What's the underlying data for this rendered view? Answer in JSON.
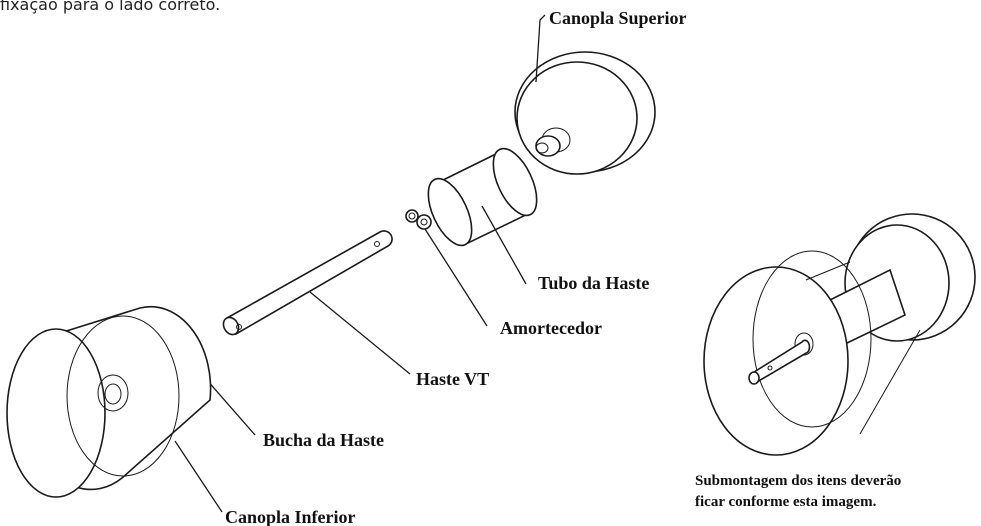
{
  "top_text": "fixação para o lado correto.",
  "labels": {
    "canopla_superior": "Canopla Superior",
    "tubo_da_haste": "Tubo da Haste",
    "amortecedor": "Amortecedor",
    "haste_vt": "Haste VT",
    "bucha_da_haste": "Bucha da Haste",
    "canopla_inferior": "Canopla Inferior"
  },
  "caption": {
    "line1": "Submontagem dos itens deverão",
    "line2": "ficar conforme esta imagem."
  }
}
